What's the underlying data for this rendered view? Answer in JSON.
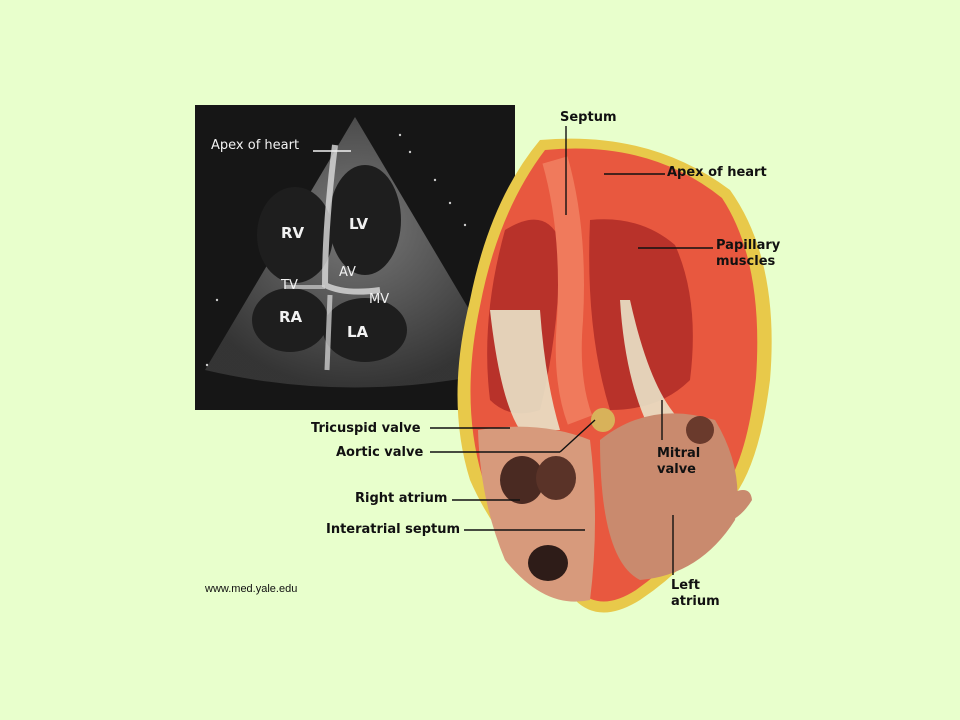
{
  "echo": {
    "apex_label": "Apex of heart",
    "rv": "RV",
    "lv": "LV",
    "av": "AV",
    "tv": "TV",
    "mv": "MV",
    "ra": "RA",
    "la": "LA"
  },
  "anatomy": {
    "septum": "Septum",
    "apex": "Apex of heart",
    "papillary_1": "Papillary",
    "papillary_2": "muscles",
    "tricuspid": "Tricuspid valve",
    "aortic": "Aortic valve",
    "mitral_1": "Mitral",
    "mitral_2": "valve",
    "right_atrium": "Right atrium",
    "interatrial": "Interatrial septum",
    "left_atrium_1": "Left",
    "left_atrium_2": "atrium"
  },
  "credit": "www.med.yale.edu",
  "colors": {
    "background": "#e8ffcc",
    "muscle": "#e8583f",
    "fat": "#e8c94a",
    "tissue": "#d79a7c"
  }
}
